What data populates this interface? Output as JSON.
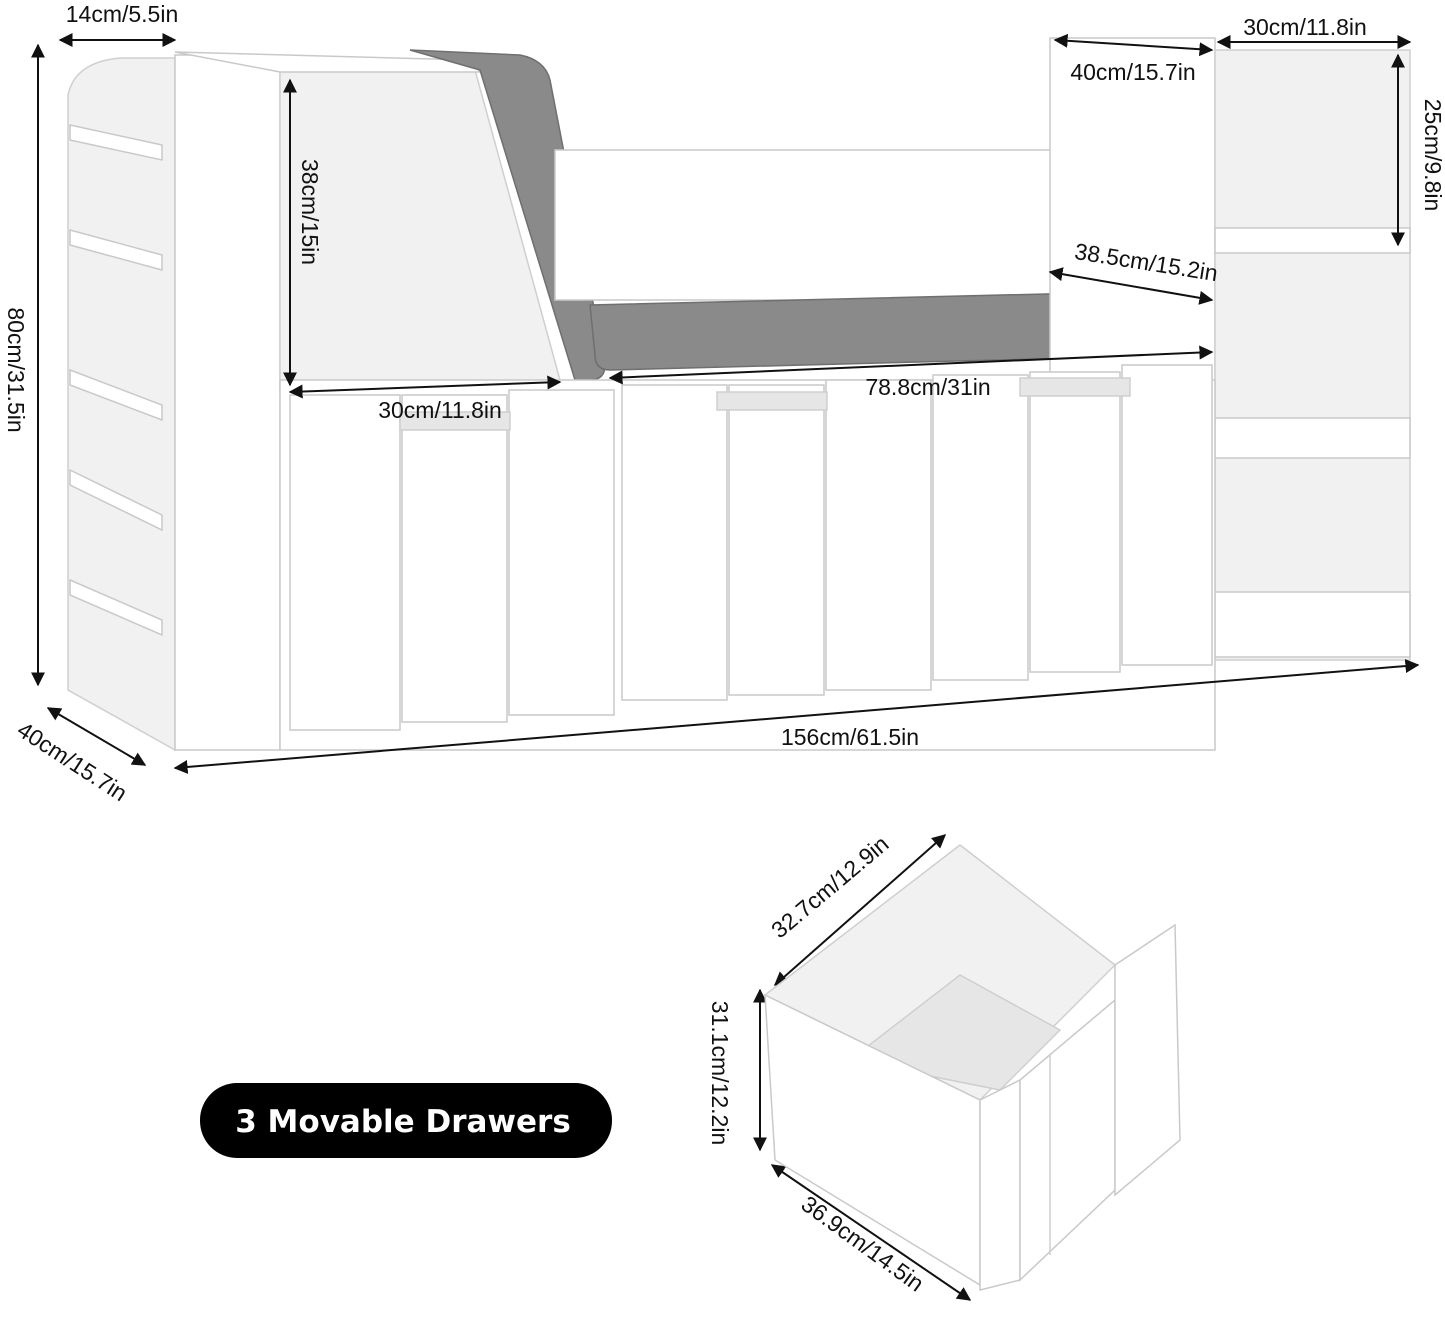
{
  "product": {
    "bench_dimensions": {
      "side_shelf_width": "14cm/5.5in",
      "total_height": "80cm/31.5in",
      "left_cube_height": "38cm/15in",
      "left_cube_width": "30cm/11.8in",
      "right_tower_depth": "40cm/15.7in",
      "right_tower_width": "30cm/11.8in",
      "right_shelf_height": "25cm/9.8in",
      "seat_depth": "38.5cm/15.2in",
      "seat_length": "78.8cm/31in",
      "total_length": "156cm/61.5in",
      "total_depth": "40cm/15.7in"
    },
    "drawer_dimensions": {
      "depth": "32.7cm/12.9in",
      "height": "31.1cm/12.2in",
      "width": "36.9cm/14.5in"
    },
    "badge": "3 Movable Drawers",
    "colors": {
      "furniture": "#ffffff",
      "cushion": "#8a8a8a",
      "badge": "#000000"
    }
  }
}
